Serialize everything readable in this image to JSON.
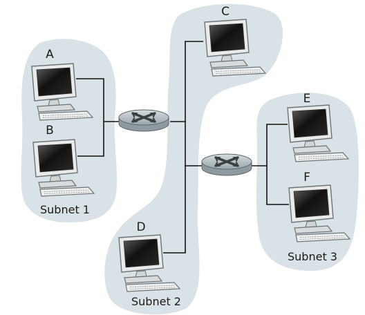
{
  "hosts": {
    "a": {
      "label": "A"
    },
    "b": {
      "label": "B"
    },
    "c": {
      "label": "C"
    },
    "d": {
      "label": "D"
    },
    "e": {
      "label": "E"
    },
    "f": {
      "label": "F"
    }
  },
  "subnets": {
    "s1": {
      "label": "Subnet 1"
    },
    "s2": {
      "label": "Subnet 2"
    },
    "s3": {
      "label": "Subnet 3"
    }
  },
  "colors": {
    "subnet_fill": "#d9e2e6",
    "router_body": "#a9b4ba",
    "router_top": "#c9d1d5",
    "link": "#111111"
  }
}
